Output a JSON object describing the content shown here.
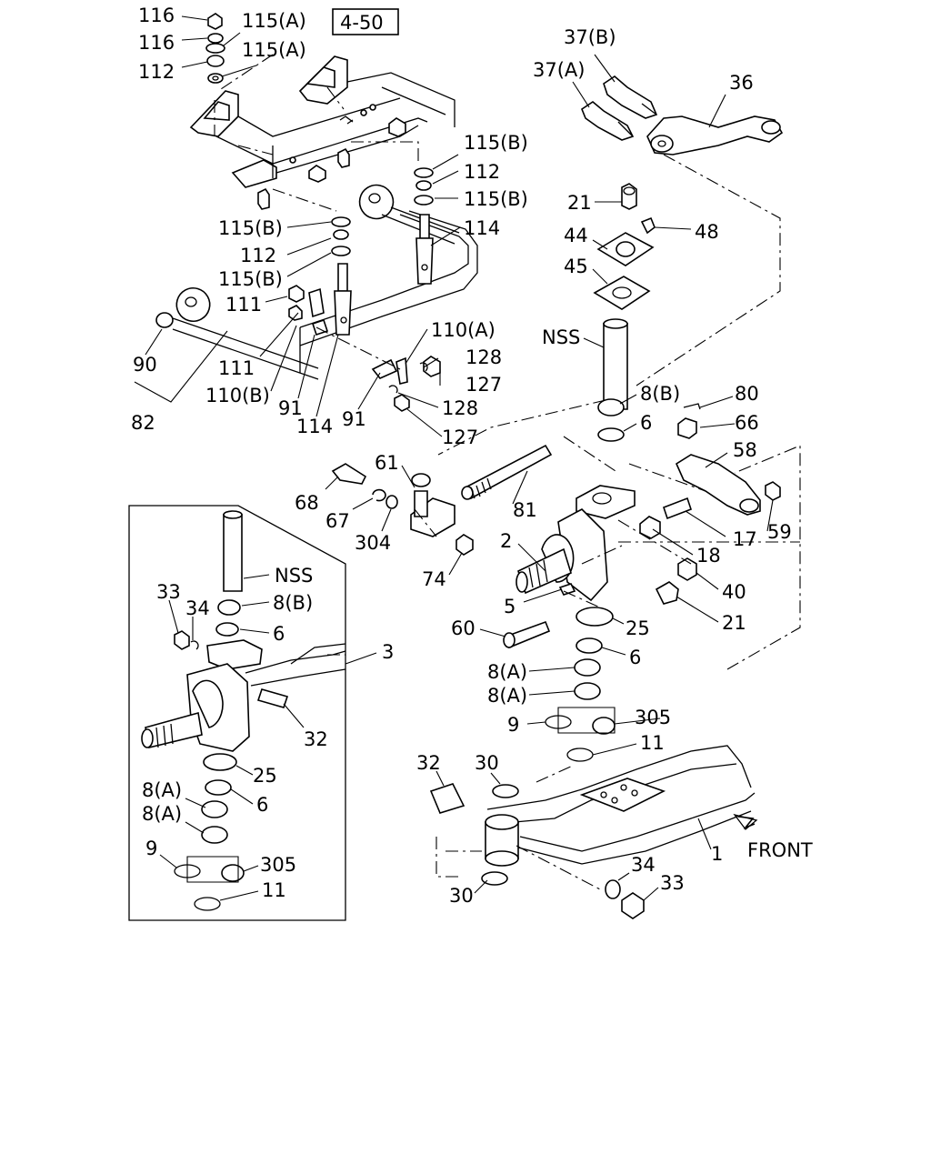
{
  "labels": {
    "p116a": "116",
    "p116b": "116",
    "p115A_a": "115(A)",
    "p115A_b": "115(A)",
    "p112a": "112",
    "ref": "4-50",
    "p37B": "37(B)",
    "p37A": "37(A)",
    "p36": "36",
    "p115B_a": "115(B)",
    "p112b": "112",
    "p115B_b": "115(B)",
    "p21a": "21",
    "p48": "48",
    "p44": "44",
    "p45": "45",
    "p115B_c": "115(B)",
    "p114a": "114",
    "p112c": "112",
    "p115B_d": "115(B)",
    "p111a": "111",
    "pNSSa": "NSS",
    "p110A": "110(A)",
    "p128a": "128",
    "p90": "90",
    "p111b": "111",
    "p127a": "127",
    "p110B": "110(B)",
    "p91a": "91",
    "p128b": "128",
    "p8Ba": "8(B)",
    "p80": "80",
    "p82": "82",
    "p114b": "114",
    "p91b": "91",
    "p6a": "6",
    "p66": "66",
    "p127b": "127",
    "p58": "58",
    "p61": "61",
    "p68": "68",
    "p81": "81",
    "p67": "67",
    "p304": "304",
    "p2": "2",
    "p17": "17",
    "p59": "59",
    "p18": "18",
    "p74": "74",
    "pNSSb": "NSS",
    "p33a": "33",
    "p34a": "34",
    "p8Bb": "8(B)",
    "p5": "5",
    "p40": "40",
    "p3": "3",
    "p6b": "6",
    "p21b": "21",
    "p60": "60",
    "p25a": "25",
    "p6c": "6",
    "p8Aa": "8(A)",
    "p8Ab": "8(A)",
    "p305a": "305",
    "p32a": "32",
    "p9a": "9",
    "p11a": "11",
    "p32b": "32",
    "p30a": "30",
    "p25b": "25",
    "p8Ac": "8(A)",
    "p6d": "6",
    "p8Ad": "8(A)",
    "p1": "1",
    "pFRONT": "FRONT",
    "p9b": "9",
    "p305b": "305",
    "p34b": "34",
    "p33b": "33",
    "p11b": "11",
    "p30b": "30"
  }
}
